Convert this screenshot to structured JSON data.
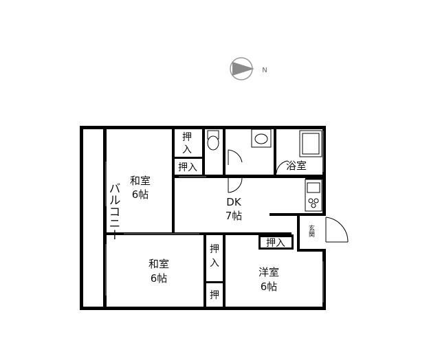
{
  "compass": {
    "direction_label": "N"
  },
  "rooms": {
    "balcony": {
      "name": "バルコニー"
    },
    "washitsu_top": {
      "name": "和室",
      "size": "6帖"
    },
    "washitsu_bottom": {
      "name": "和室",
      "size": "6帖"
    },
    "yoshitsu": {
      "name": "洋室",
      "size": "6帖"
    },
    "dk": {
      "name": "DK",
      "size": "7帖"
    },
    "bathroom": {
      "name": "浴室"
    },
    "entrance": {
      "name": "玄関"
    }
  },
  "closets": {
    "oshiire_label": "押入",
    "oshi_label": "押",
    "oshi_char": "押",
    "iri_char": "入"
  }
}
